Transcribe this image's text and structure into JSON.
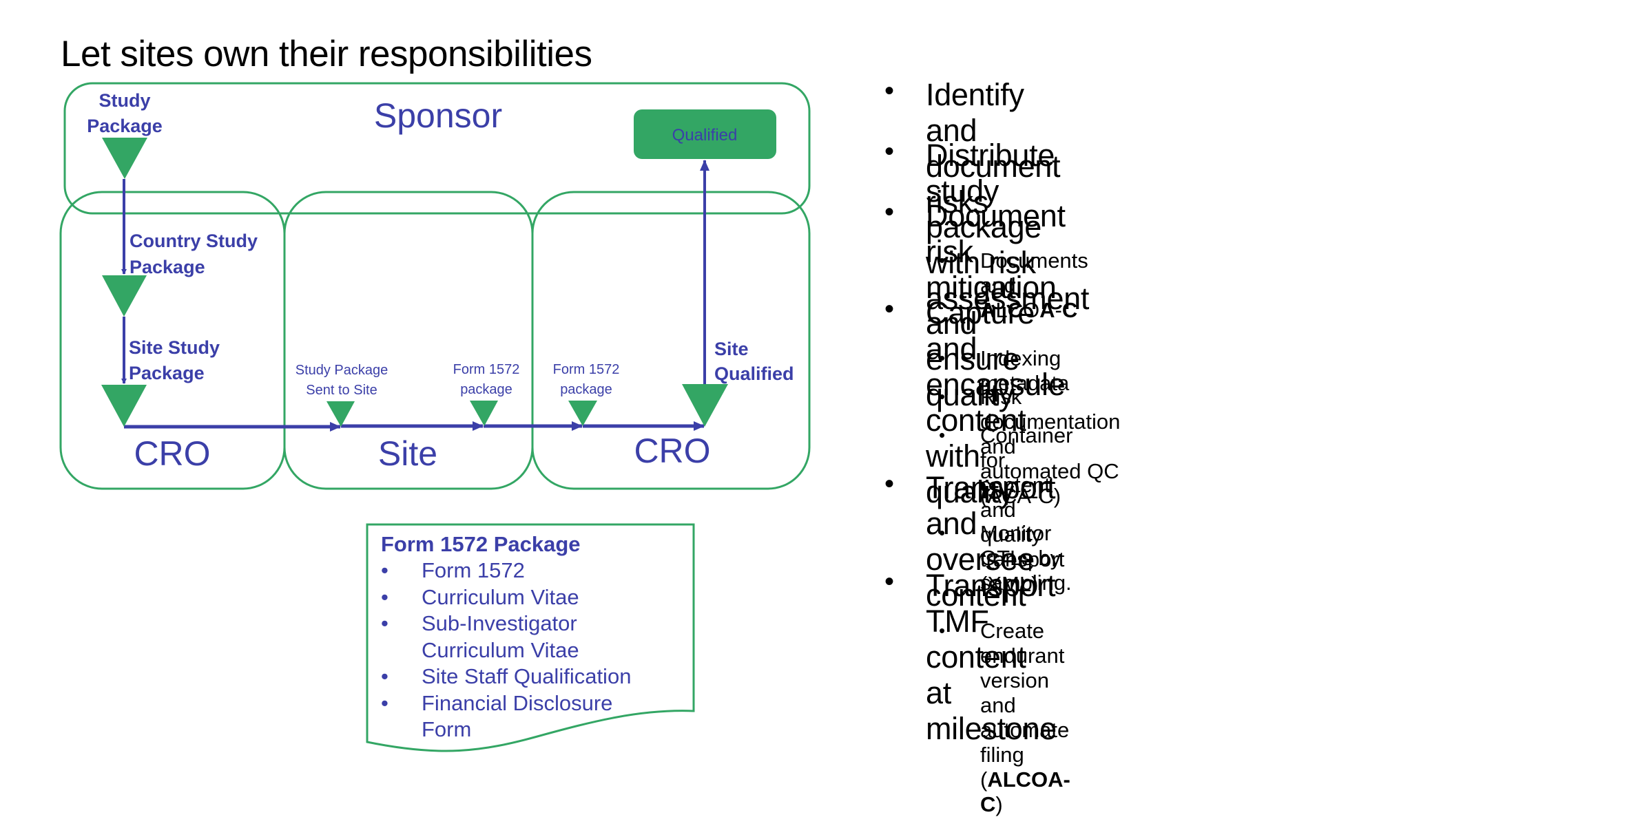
{
  "slide": {
    "title": "Let sites own their responsibilities"
  },
  "colors": {
    "green": "#33A664",
    "blue": "#3B3FA8",
    "text": "#000000"
  },
  "diagram": {
    "lanes": {
      "sponsor": "Sponsor",
      "cro_left": "CRO",
      "site": "Site",
      "cro_right": "CRO"
    },
    "qualified_box": "Qualified",
    "labels": {
      "study_package_1": "Study",
      "study_package_2": "Package",
      "country_study_1": "Country Study",
      "country_study_2": "Package",
      "site_study_1": "Site Study",
      "site_study_2": "Package",
      "sent_to_site_1": "Study Package",
      "sent_to_site_2": "Sent to Site",
      "form1572_site_1": "Form 1572",
      "form1572_site_2": "package",
      "form1572_cro_1": "Form 1572",
      "form1572_cro_2": "package",
      "site_qualified_1": "Site",
      "site_qualified_2": "Qualified"
    }
  },
  "form_package": {
    "heading": "Form 1572 Package",
    "bullet": "•",
    "items": [
      [
        "Form 1572"
      ],
      [
        "Curriculum Vitae"
      ],
      [
        "Sub-Investigator",
        "Curriculum Vitae"
      ],
      [
        "Site Staff Qualification"
      ],
      [
        "Financial Disclosure",
        "Form"
      ]
    ]
  },
  "bullets": {
    "marker": "•",
    "items": [
      {
        "text": "Identify and document risks",
        "sub": []
      },
      {
        "text": "Distribute study package with risk assessment",
        "sub": []
      },
      {
        "text": "Document risk mitigation and ensure quality",
        "sub": [
          {
            "prefix": "Documents and ",
            "alcoa": [
              "A",
              "L",
              "C",
              "O",
              "A",
              "-",
              "C"
            ],
            "alcoa_bold": [
              true,
              false,
              true,
              false,
              true,
              false,
              true
            ],
            "suffix": ""
          }
        ]
      },
      {
        "text": "Capture and encapsule content with quality",
        "sub": [
          {
            "prefix": "Indexing metadata"
          },
          {
            "prefix": "Risk documentation and automated QC (ACA-C)"
          },
          {
            "prefix": "Container for content and quality transport (XML)"
          }
        ]
      },
      {
        "text": "Transport and oversee content",
        "sub": [
          {
            "prefix": "Monitor QTLs by sampling."
          }
        ]
      },
      {
        "text": "Transport TMF content at milestone",
        "sub": [
          {
            "prefix": "Create endurant version and automate filing (",
            "bold": "ALCOA-C",
            "suffix": ")"
          }
        ]
      }
    ]
  }
}
